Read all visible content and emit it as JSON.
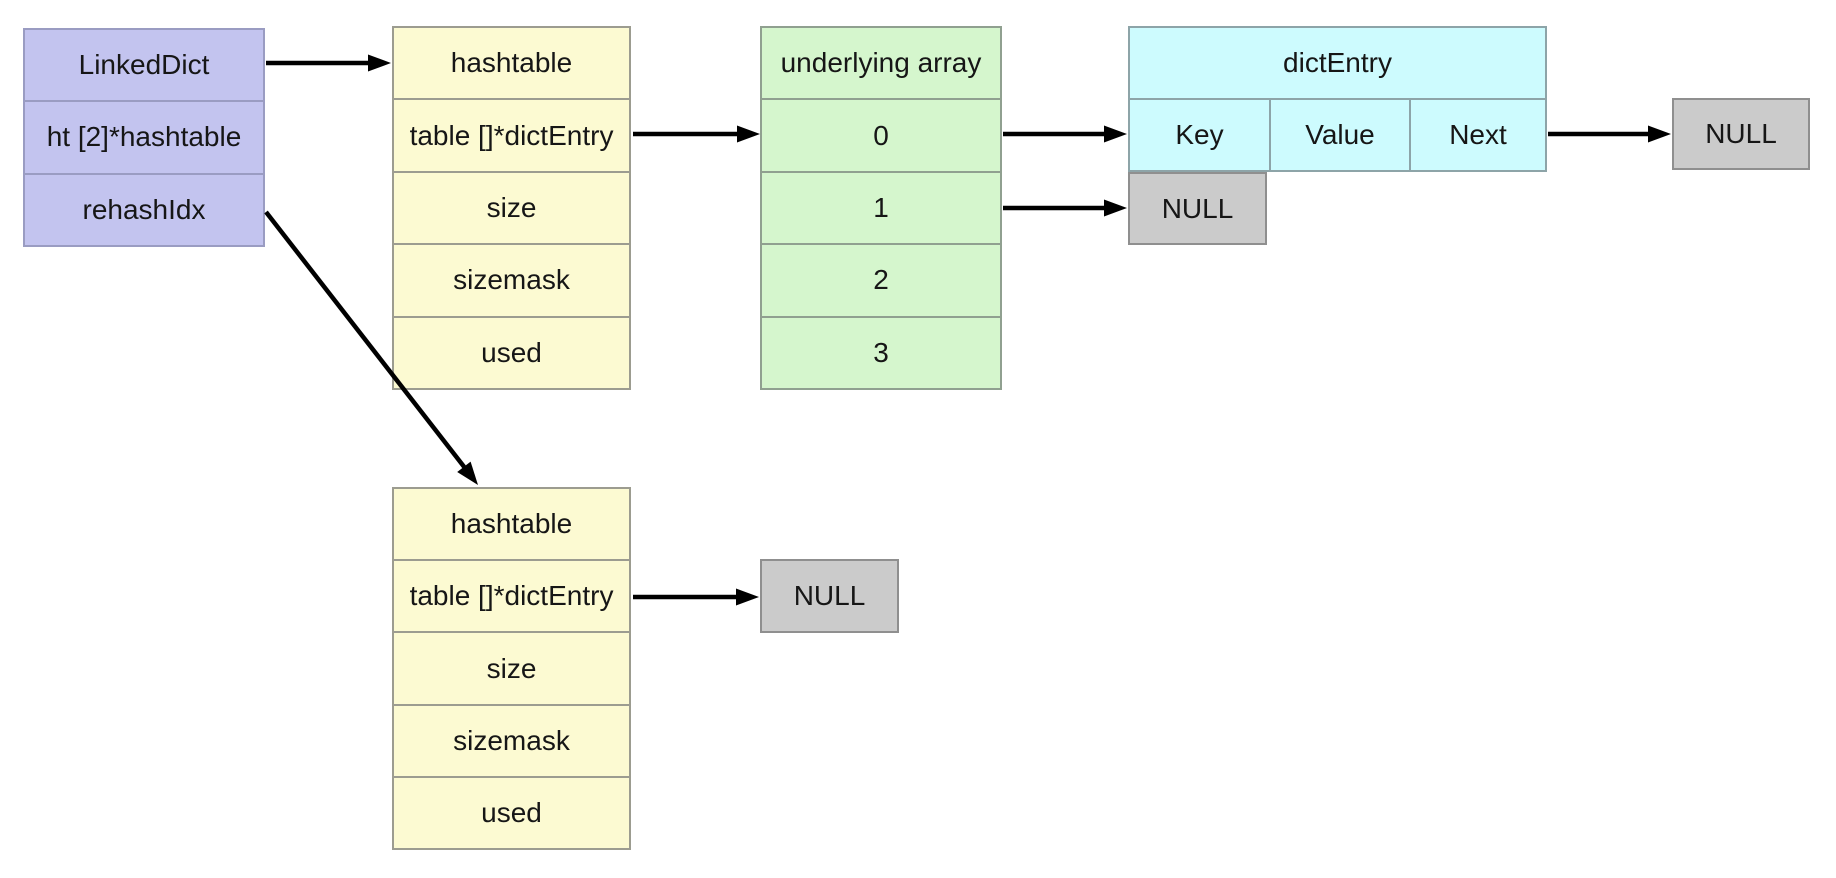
{
  "colors": {
    "purple_fill": "#c3c4ef",
    "purple_border": "#9a9cc2",
    "yellow_fill": "#fcfad2",
    "green_fill": "#d5f6cd",
    "cyan_fill": "#cdfbfe",
    "gray_fill": "#cbcbcb",
    "box_border_gray": "#8f8f8f",
    "arrow": "#000000",
    "background": "#ffffff"
  },
  "linked_dict": {
    "rows": [
      "LinkedDict",
      "ht [2]*hashtable",
      "rehashIdx"
    ]
  },
  "hashtable_top": {
    "rows": [
      "hashtable",
      "table []*dictEntry",
      "size",
      "sizemask",
      "used"
    ]
  },
  "underlying_array": {
    "rows": [
      "underlying array",
      "0",
      "1",
      "2",
      "3"
    ]
  },
  "dict_entry": {
    "title": "dictEntry",
    "cells": [
      "Key",
      "Value",
      "Next"
    ]
  },
  "hashtable_bottom": {
    "rows": [
      "hashtable",
      "table []*dictEntry",
      "size",
      "sizemask",
      "used"
    ]
  },
  "nulls": {
    "bucket1_target": "NULL",
    "next_target": "NULL",
    "table2_target": "NULL"
  }
}
